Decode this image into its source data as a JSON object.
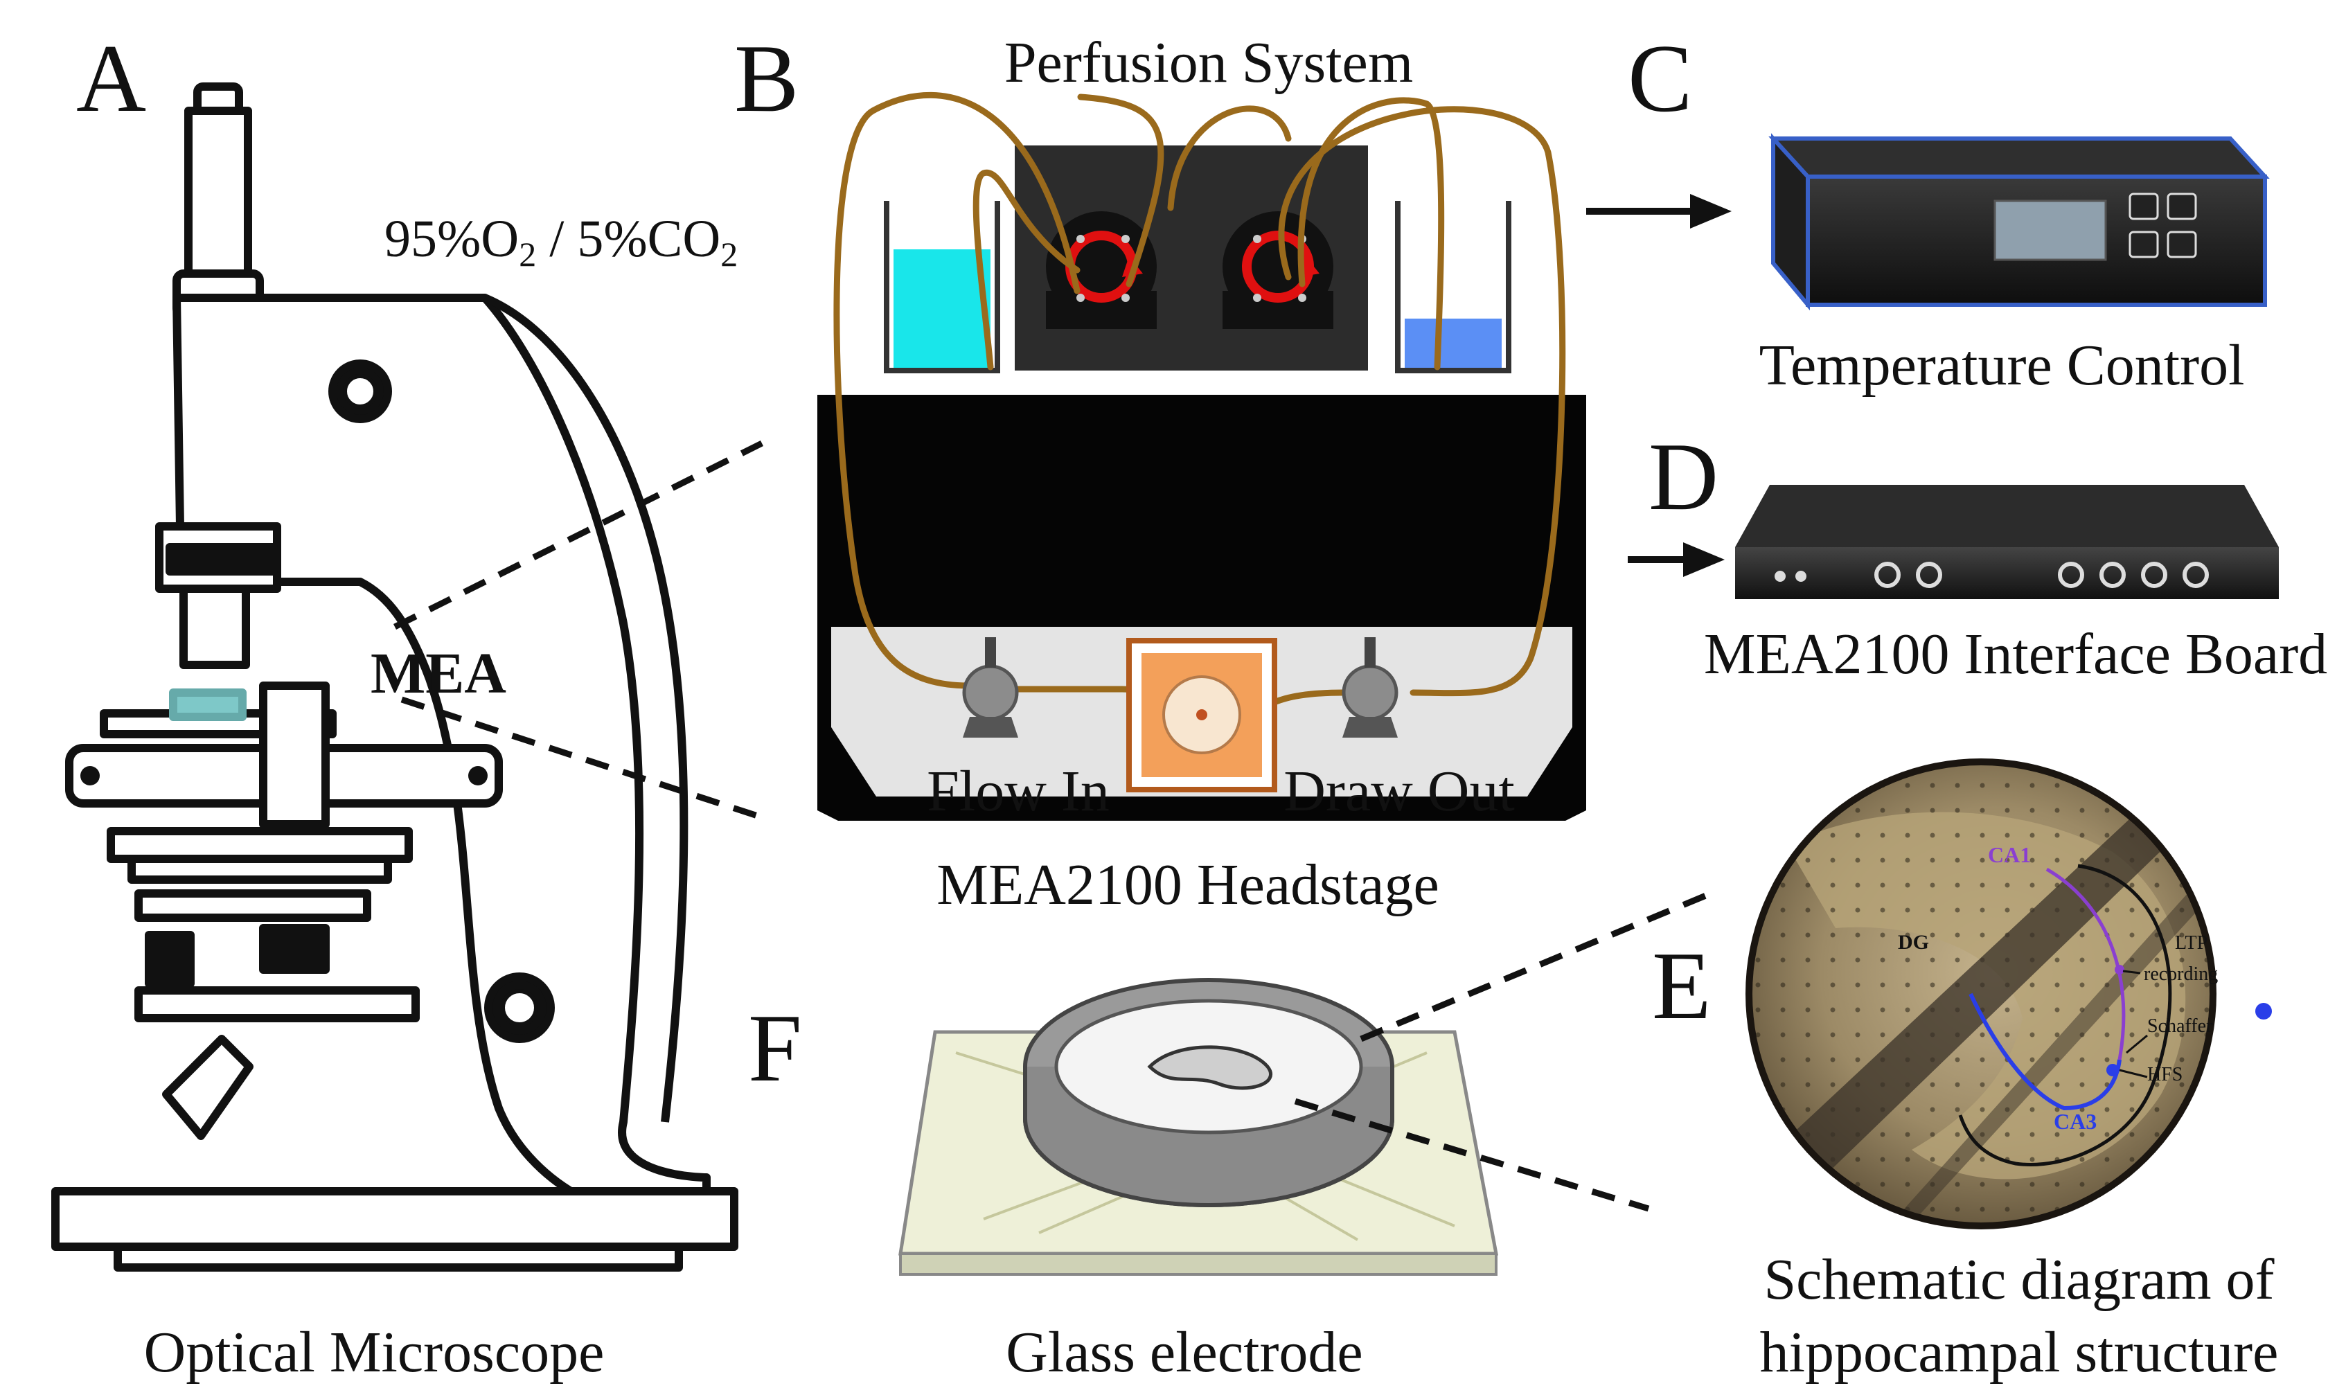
{
  "panels": {
    "A": "A",
    "B": "B",
    "C": "C",
    "D": "D",
    "E": "E",
    "F": "F"
  },
  "labels": {
    "perfusion_system": "Perfusion System",
    "gas_prefix": "95%O",
    "gas_sub1": "2",
    "gas_sep": " /  5%CO",
    "gas_sub2": "2",
    "mea": "MEA",
    "flow_in": "Flow In",
    "draw_out": "Draw Out",
    "headstage": "MEA2100 Headstage",
    "temperature_control": "Temperature Control",
    "interface_board": "MEA2100 Interface Board",
    "optical_microscope": "Optical Microscope",
    "glass_electrode": "Glass electrode",
    "hippocampus_line1": "Schematic diagram of",
    "hippocampus_line2": "hippocampal structure"
  },
  "hippocampus_annotations": {
    "ca1": "CA1",
    "ca3": "CA3",
    "dg": "DG",
    "ltp1": "LTP",
    "ltp2": "recording",
    "schaffer": "Schaffer",
    "hfs": "HFS"
  },
  "colors": {
    "tubing": "#9a6a1c",
    "fluid_in": "#19e6ea",
    "fluid_out": "#5b8ff5",
    "pump_arrow": "#e01010",
    "ca1_path": "#8a3fd0",
    "ca3_path": "#2a3ee8",
    "tissue_bg": "#8a7a5a",
    "electrode_chamber": "#e8872a"
  }
}
